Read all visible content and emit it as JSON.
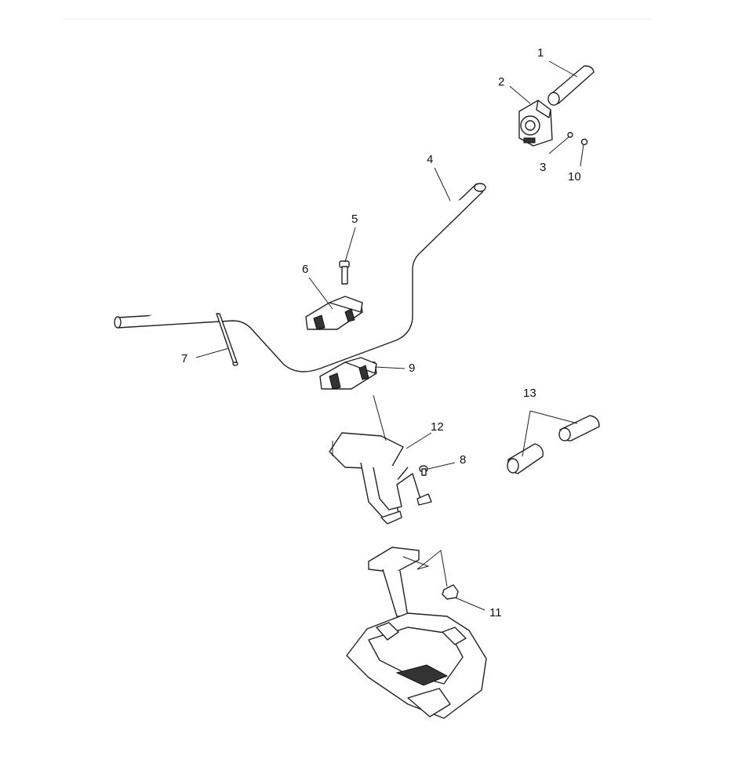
{
  "diagram": {
    "callouts": [
      {
        "id": "1",
        "label": "1"
      },
      {
        "id": "2",
        "label": "2"
      },
      {
        "id": "3",
        "label": "3"
      },
      {
        "id": "10",
        "label": "10"
      },
      {
        "id": "4",
        "label": "4"
      },
      {
        "id": "5",
        "label": "5"
      },
      {
        "id": "6",
        "label": "6"
      },
      {
        "id": "7",
        "label": "7"
      },
      {
        "id": "9",
        "label": "9"
      },
      {
        "id": "12",
        "label": "12"
      },
      {
        "id": "8",
        "label": "8"
      },
      {
        "id": "13",
        "label": "13"
      },
      {
        "id": "11",
        "label": "11"
      }
    ]
  }
}
